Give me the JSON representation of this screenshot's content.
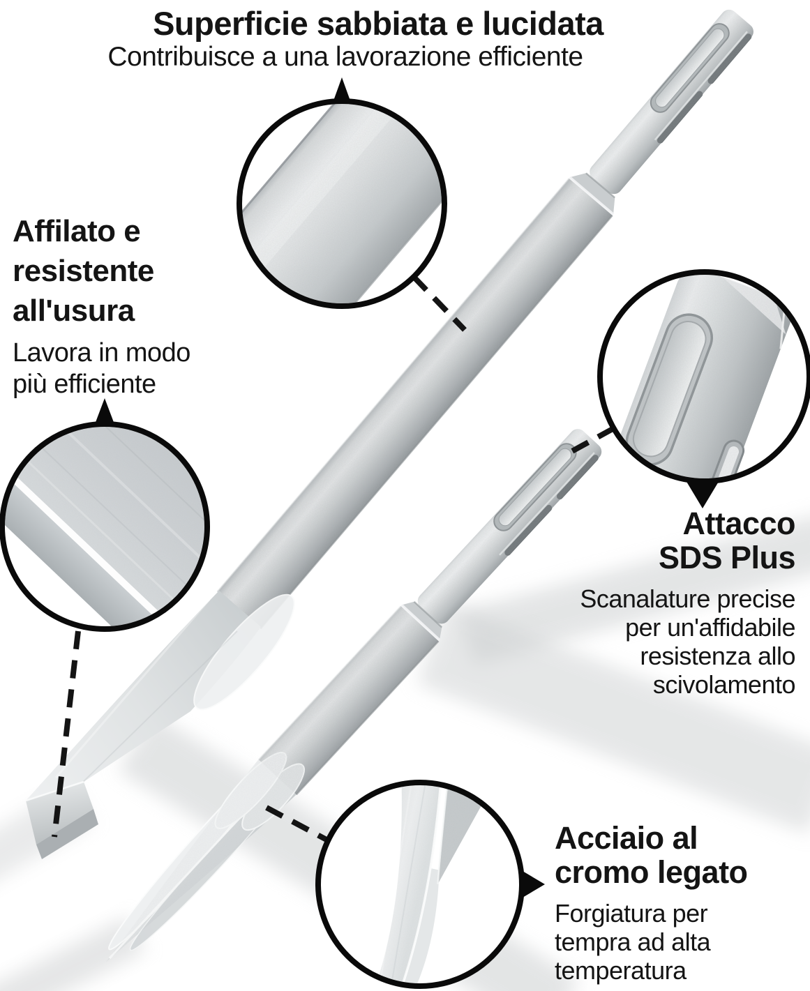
{
  "annotations": {
    "surface": {
      "title": "Superficie sabbiata e lucidata",
      "subtitle": "Contribuisce a una lavorazione efficiente"
    },
    "sharp": {
      "title_lines": [
        "Affilato e",
        "resistente",
        "all'usura"
      ],
      "subtitle_lines": [
        "Lavora in modo",
        "più efficiente"
      ]
    },
    "sds": {
      "title_lines": [
        "Attacco",
        "SDS Plus"
      ],
      "subtitle_lines": [
        "Scanalature precise",
        "per un'affidabile",
        "resistenza allo",
        "scivolamento"
      ]
    },
    "steel": {
      "title_lines": [
        "Acciaio al",
        "cromo legato"
      ],
      "subtitle_lines": [
        "Forgiatura per",
        "tempra ad alta",
        "temperatura"
      ]
    }
  },
  "icons": {
    "magnifier_circles": [
      "magnifier-surface-detail",
      "magnifier-blade-edge-detail",
      "magnifier-sds-shank-detail",
      "magnifier-point-tip-detail"
    ],
    "arrows": [
      "arrow-up-to-surface-text",
      "arrow-up-to-sharp-text",
      "arrow-down-to-sds-text",
      "arrow-right-to-steel-text"
    ],
    "leader_line_count": 4
  },
  "scene": {
    "objects": [
      "flat-chisel-sds-plus",
      "pointed-chisel-sds-plus"
    ]
  },
  "colors": {
    "background": "#ffffff",
    "text": "#141414",
    "outline": "#0a0a0a",
    "metal_light": "#eef0f1",
    "metal_mid": "#c7cacc",
    "metal_dark": "#9aa0a3",
    "shadow": "#cdd0d1"
  }
}
